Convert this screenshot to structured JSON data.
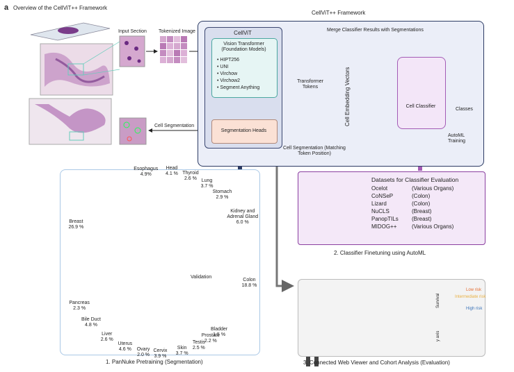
{
  "figure": {
    "label": "a",
    "title": "Overview of the CellViT++ Framework"
  },
  "framework": {
    "title": "CellViT++ Framework",
    "merge_label": "Merge Classifier Results with Segmentations",
    "cellvit_title": "CellViT",
    "vit_title": "Vision Transformer (Foundation Models)",
    "vit_models": [
      "HIPT256",
      "UNI",
      "Virchow",
      "Virchow2",
      "Segment Anything"
    ],
    "segmentation_heads": "Segmentation Heads",
    "transformer_tokens": "Transformer Tokens",
    "embedding_vectors": "Cell Embedding Vectors",
    "cell_classifier": "Cell Classifier",
    "classes": "Classes",
    "automl": "AutoML Training",
    "cell_seg_matching": "Cell Segmentation (Matching Token Position)"
  },
  "left": {
    "input_section": "Input Section",
    "tokenized_image": "Tokenized Image",
    "cell_segmentation": "Cell Segmentation"
  },
  "datasets": {
    "title": "Datasets for Classifier Evaluation",
    "rows": [
      {
        "name": "Ocelot",
        "organ": "(Various Organs)"
      },
      {
        "name": "CoNSeP",
        "organ": "(Colon)"
      },
      {
        "name": "Lizard",
        "organ": "(Colon)"
      },
      {
        "name": "NuCLS",
        "organ": "(Breast)"
      },
      {
        "name": "PanopTILs",
        "organ": "(Breast)"
      },
      {
        "name": "MIDOG++",
        "organ": "(Various Organs)"
      }
    ],
    "caption": "2. Classifier Finetuning using AutoML"
  },
  "pannuke": {
    "caption": "1.  PanNuke Pretraining (Segmentation)",
    "validation": "Validation",
    "tissues": [
      {
        "name": "Head",
        "pct": "4.1 %"
      },
      {
        "name": "Thyroid",
        "pct": "2.6 %"
      },
      {
        "name": "Lung",
        "pct": "3.7 %"
      },
      {
        "name": "Stomach",
        "pct": "2.9 %"
      },
      {
        "name": "Kidney and Adrenal Gland",
        "pct": "6.0 %"
      },
      {
        "name": "Colon",
        "pct": "18.8 %"
      },
      {
        "name": "Bladder",
        "pct": "1.5 %"
      },
      {
        "name": "Prostate",
        "pct": "2.2 %"
      },
      {
        "name": "Testis",
        "pct": "2.5 %"
      },
      {
        "name": "Skin",
        "pct": "3.7 %"
      },
      {
        "name": "Cervix",
        "pct": "3.9 %"
      },
      {
        "name": "Ovary",
        "pct": "2.0 %"
      },
      {
        "name": "Uterus",
        "pct": "4.6 %"
      },
      {
        "name": "Liver",
        "pct": "2.6 %"
      },
      {
        "name": "Bile Duct",
        "pct": "4.8 %"
      },
      {
        "name": "Pancreas",
        "pct": "2.3 %"
      },
      {
        "name": "Breast",
        "pct": "26.9 %"
      },
      {
        "name": "Esophagus",
        "pct": "4.9%"
      }
    ]
  },
  "viewer": {
    "caption": "3. Connected Web Viewer and Cohort Analysis (Evaluation)",
    "survival_label": "Survival",
    "y_axis_label": "y axis",
    "risk_low": "Low risk",
    "risk_intermediate": "Intermediate risk",
    "risk_high": "High risk"
  },
  "colors": {
    "frame_dark": "#2b3a63",
    "purple": "#8a3ea0",
    "teal": "#1f7a7a",
    "ring_light": "#c9dcef",
    "ring_dark": "#3f73ad"
  }
}
